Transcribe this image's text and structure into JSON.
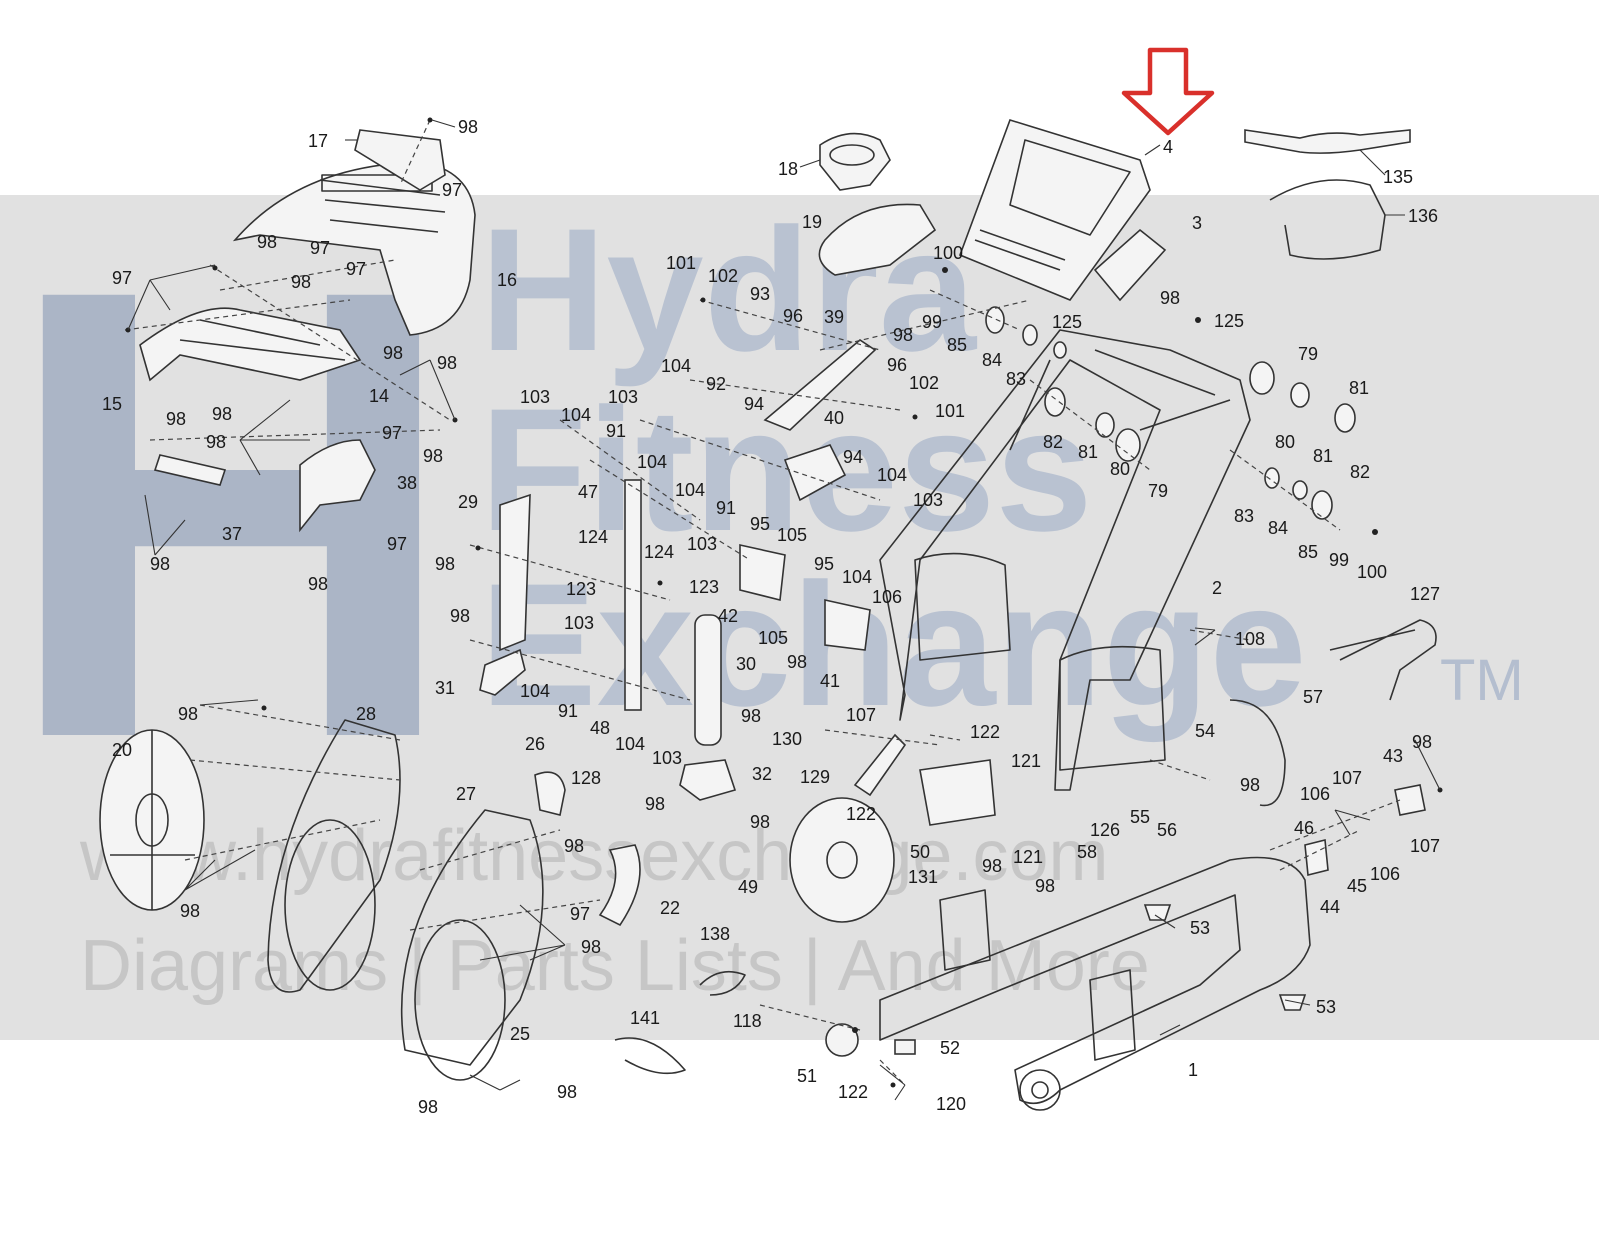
{
  "watermark": {
    "logo_letters": "H",
    "lines": [
      "Hydra",
      "Fitness",
      "Exchange"
    ],
    "trademark": "TM",
    "url": "www.hydrafitnessexchange.com",
    "tagline": "Diagrams | Parts Lists | And More",
    "band_color": "#dcdcdc",
    "logo_color": "#9aa7bd"
  },
  "highlight": {
    "part": "4",
    "arrow_color": "#d9302b",
    "arrow_icon": "down-arrow-icon"
  },
  "callouts": {
    "c1": "1",
    "c2": "2",
    "c3": "3",
    "c4": "4",
    "c14": "14",
    "c15": "15",
    "c16": "16",
    "c17": "17",
    "c18": "18",
    "c19": "19",
    "c20": "20",
    "c22": "22",
    "c25": "25",
    "c26": "26",
    "c27": "27",
    "c28": "28",
    "c29": "29",
    "c30": "30",
    "c31": "31",
    "c32": "32",
    "c37": "37",
    "c38": "38",
    "c39": "39",
    "c40": "40",
    "c41": "41",
    "c42": "42",
    "c43": "43",
    "c44": "44",
    "c45": "45",
    "c46": "46",
    "c47": "47",
    "c48": "48",
    "c49": "49",
    "c50": "50",
    "c51": "51",
    "c52": "52",
    "c53": "53",
    "c54": "54",
    "c55": "55",
    "c56": "56",
    "c57": "57",
    "c58": "58",
    "c79": "79",
    "c80": "80",
    "c81": "81",
    "c82": "82",
    "c83": "83",
    "c84": "84",
    "c85": "85",
    "c91": "91",
    "c92": "92",
    "c93": "93",
    "c94": "94",
    "c95": "95",
    "c96": "96",
    "c97": "97",
    "c98": "98",
    "c99": "99",
    "c100": "100",
    "c101": "101",
    "c102": "102",
    "c103": "103",
    "c104": "104",
    "c105": "105",
    "c106": "106",
    "c107": "107",
    "c108": "108",
    "c118": "118",
    "c120": "120",
    "c121": "121",
    "c122": "122",
    "c123": "123",
    "c124": "124",
    "c125": "125",
    "c126": "126",
    "c127": "127",
    "c128": "128",
    "c129": "129",
    "c130": "130",
    "c131": "131",
    "c135": "135",
    "c136": "136",
    "c138": "138",
    "c141": "141"
  }
}
